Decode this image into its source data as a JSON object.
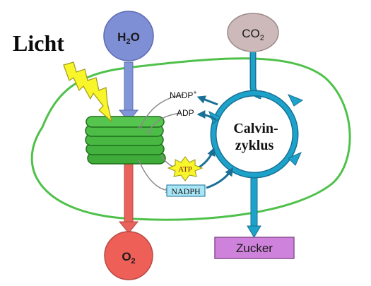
{
  "title": "Licht",
  "inputs": {
    "water": {
      "base": "H",
      "sub": "2",
      "tail": "O"
    },
    "co2": {
      "base": "CO",
      "sub": "2"
    }
  },
  "outputs": {
    "oxygen": {
      "base": "O",
      "sub": "2"
    },
    "sugar": "Zucker"
  },
  "cofactors": {
    "nadp": {
      "base": "NADP",
      "sup": "+"
    },
    "adp": "ADP",
    "atp": "ATP",
    "nadph": "NADPH"
  },
  "cycle": {
    "line1": "Calvin-",
    "line2": "zyklus"
  },
  "colors": {
    "water_fill": "#7f8fd6",
    "co2_fill": "#cdb9ba",
    "oxygen_fill": "#ee5f58",
    "sugar_fill": "#cf82db",
    "chloroplast_outline": "#4fc14a",
    "thylakoid_fill": "#3fac3a",
    "cycle_ring": "#1a96bd",
    "lightning": "#f8f52a",
    "nadph_box": "#a9e6f5"
  }
}
